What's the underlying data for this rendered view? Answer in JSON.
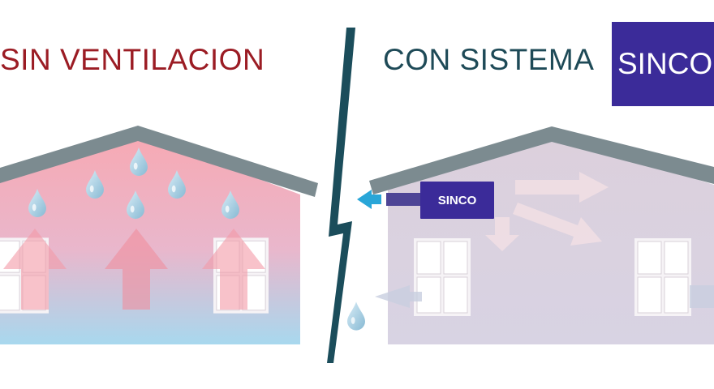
{
  "left_panel": {
    "title": "SIN VENTILACION"
  },
  "right_panel": {
    "title": "CON SISTEMA",
    "badge": "SINCO",
    "device_label": "SINCO"
  },
  "colors": {
    "left_title": "#9b1c24",
    "right_title": "#1e4a57",
    "brand_purple": "#3b2b99",
    "roof_gray": "#7c8b90",
    "divider": "#1b4d5b",
    "inlet_arrow": "#29a6d8",
    "warm": "#f4a2ac",
    "cool": "#a9d7ec"
  },
  "icons": {
    "divider": "lightning-divider",
    "drops": "water-drop-icon",
    "airflow": "airflow-arrow-icon",
    "window": "window-icon"
  }
}
